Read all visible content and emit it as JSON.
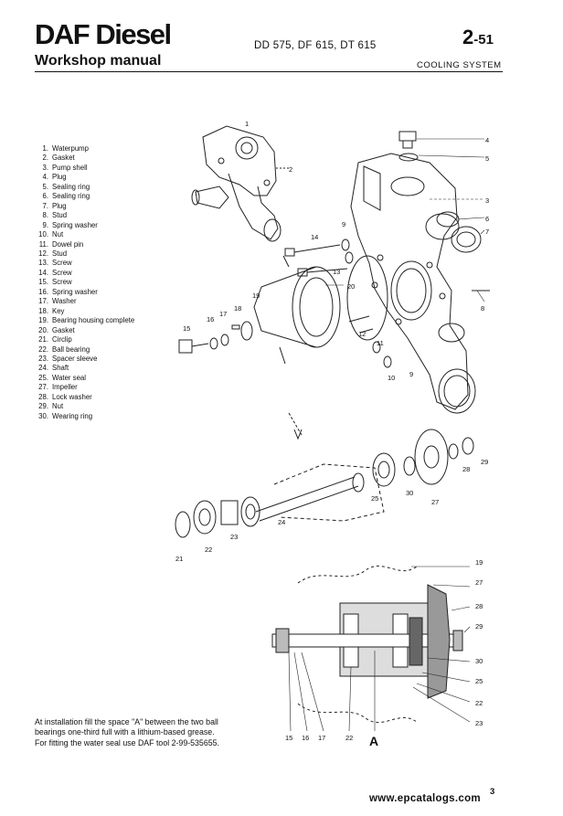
{
  "header": {
    "brand": "DAF Diesel",
    "subtitle": "Workshop manual",
    "models": "DD 575, DF 615, DT 615",
    "page_code_main": "2",
    "page_code_sub": "-51",
    "section": "COOLING SYSTEM"
  },
  "parts": [
    {
      "num": "1.",
      "name": "Waterpump"
    },
    {
      "num": "2.",
      "name": "Gasket"
    },
    {
      "num": "3.",
      "name": "Pump shell"
    },
    {
      "num": "4.",
      "name": "Plug"
    },
    {
      "num": "5.",
      "name": "Sealing ring"
    },
    {
      "num": "6.",
      "name": "Sealing ring"
    },
    {
      "num": "7.",
      "name": "Plug"
    },
    {
      "num": "8.",
      "name": "Stud"
    },
    {
      "num": "9.",
      "name": "Spring washer"
    },
    {
      "num": "10.",
      "name": "Nut"
    },
    {
      "num": "11.",
      "name": "Dowel pin"
    },
    {
      "num": "12.",
      "name": "Stud"
    },
    {
      "num": "13.",
      "name": "Screw"
    },
    {
      "num": "14.",
      "name": "Screw"
    },
    {
      "num": "15.",
      "name": "Screw"
    },
    {
      "num": "16.",
      "name": "Spring washer"
    },
    {
      "num": "17.",
      "name": "Washer"
    },
    {
      "num": "18.",
      "name": "Key"
    },
    {
      "num": "19.",
      "name": "Bearing housing complete"
    },
    {
      "num": "20.",
      "name": "Gasket"
    },
    {
      "num": "21.",
      "name": "Circlip"
    },
    {
      "num": "22.",
      "name": "Ball bearing"
    },
    {
      "num": "23.",
      "name": "Spacer sleeve"
    },
    {
      "num": "24.",
      "name": "Shaft"
    },
    {
      "num": "25.",
      "name": "Water seal"
    },
    {
      "num": "27.",
      "name": "Impeller"
    },
    {
      "num": "28.",
      "name": "Lock washer"
    },
    {
      "num": "29.",
      "name": "Nut"
    },
    {
      "num": "30.",
      "name": "Wearing ring"
    }
  ],
  "callouts": {
    "c1": "1",
    "c2": "2",
    "c3": "3",
    "c4": "4",
    "c5": "5",
    "c6": "6",
    "c7": "7",
    "c8": "8",
    "c9a": "9",
    "c9b": "9",
    "c10": "10",
    "c11": "11",
    "c12": "12",
    "c13": "13",
    "c14": "14",
    "c15": "15",
    "c16": "16",
    "c17": "17",
    "c18": "18",
    "c19": "19",
    "c20": "20",
    "c21": "21",
    "c22": "22",
    "c23": "23",
    "c24": "24",
    "c25": "25",
    "c27": "27",
    "c28": "28",
    "c29": "29",
    "c30": "30",
    "s19": "19",
    "s27": "27",
    "s28": "28",
    "s29": "29",
    "s30": "30",
    "s25": "25",
    "s22r": "22",
    "s23": "23",
    "b15": "15",
    "b16": "16",
    "b17": "17",
    "b22": "22",
    "bA": "A"
  },
  "note": {
    "line1": "At installation fill the space \"A\" between the two ball",
    "line2": "bearings one-third full with a lithium-based grease.",
    "line3": "For fitting the water seal use DAF tool 2-99-535655."
  },
  "footer": {
    "url": "www.epcatalogs.com",
    "page": "3"
  }
}
